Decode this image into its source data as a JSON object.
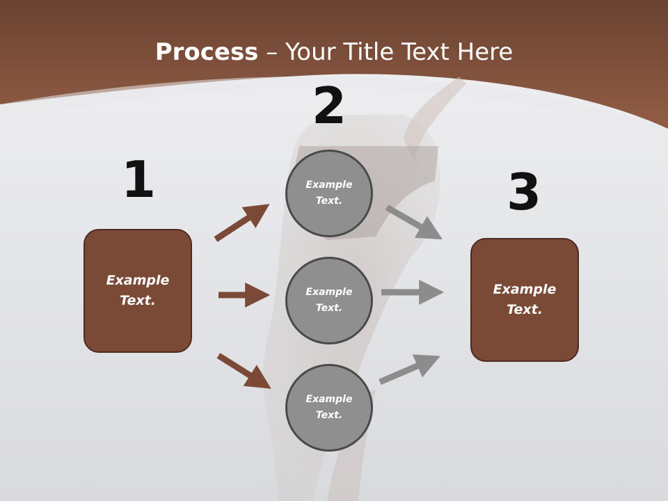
{
  "title": {
    "bold": "Process",
    "rest": " – Your Title Text Here"
  },
  "steps": [
    {
      "number": "1",
      "label_line1": "Example",
      "label_line2": "Text."
    },
    {
      "number": "2"
    },
    {
      "number": "3",
      "label_line1": "Example",
      "label_line2": "Text."
    }
  ],
  "circles": [
    {
      "line1": "Example",
      "line2": "Text."
    },
    {
      "line1": "Example",
      "line2": "Text."
    },
    {
      "line1": "Example",
      "line2": "Text."
    }
  ],
  "colors": {
    "header_brown": "#8a5640",
    "box_fill": "#7b4a36",
    "box_border": "#4d2b1e",
    "circle_fill": "#8f8f8f",
    "circle_border": "#4a4a4a",
    "arrow_brown": "#7b4a36",
    "arrow_gray": "#8c8c8c"
  }
}
